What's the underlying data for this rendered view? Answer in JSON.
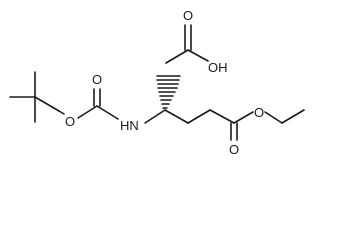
{
  "structure": {
    "labels": {
      "carbonyl_oxygen_acid": "O",
      "hydroxyl": "OH",
      "carbonyl_oxygen_boc": "O",
      "ester_oxygen_boc": "O",
      "amine": "HN",
      "carbonyl_oxygen_methyl_ester": "O",
      "ester_oxygen_methyl": "O"
    },
    "colors": {
      "bond": "#1a1a1a",
      "background": "#ffffff"
    }
  }
}
